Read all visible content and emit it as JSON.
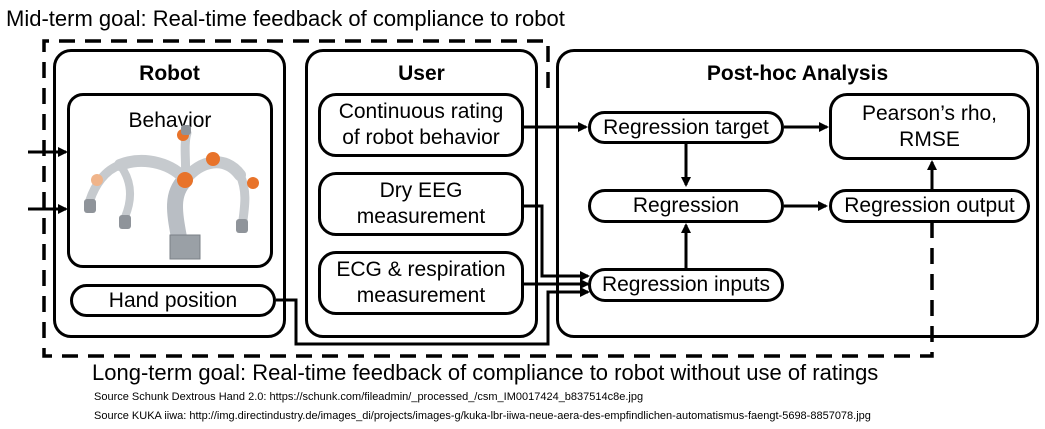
{
  "goals": {
    "mid_term": "Mid-term goal: Real-time feedback of compliance to robot",
    "long_term": "Long-term goal: Real-time feedback of compliance to robot without use of ratings"
  },
  "robot": {
    "title": "Robot",
    "behavior": "Behavior",
    "hand_position": "Hand position"
  },
  "user": {
    "title": "User",
    "continuous_rating": "Continuous rating\nof robot behavior",
    "dry_eeg": "Dry EEG\nmeasurement",
    "ecg_respiration": "ECG & respiration\nmeasurement"
  },
  "analysis": {
    "title": "Post-hoc Analysis",
    "regression_target": "Regression target",
    "pearson": "Pearson’s rho,\nRMSE",
    "regression": "Regression",
    "regression_output": "Regression output",
    "regression_inputs": "Regression inputs"
  },
  "sources": [
    "Source Schunk Dextrous Hand 2.0: https://schunk.com/fileadmin/_processed_/csm_IM0017424_b837514c8e.jpg",
    "Source KUKA iiwa: http://img.directindustry.de/images_di/projects/images-g/kuka-lbr-iiwa-neue-aera-des-empfindlichen-automatismus-faengt-5698-8857078.jpg"
  ],
  "colors": {
    "robot_orange": "#e8732a",
    "robot_grey": "#b9bec4"
  }
}
